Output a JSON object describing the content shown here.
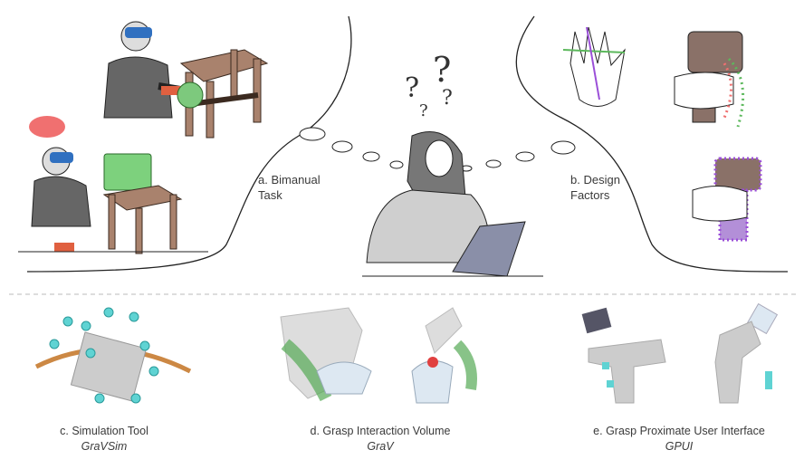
{
  "panels": {
    "a": {
      "label_line1": "a. Bimanual",
      "label_line2": "Task"
    },
    "b": {
      "label_line1": "b. Design",
      "label_line2": "Factors"
    },
    "c": {
      "caption": "c. Simulation Tool",
      "subtitle": "GraVSim"
    },
    "d": {
      "caption": "d. Grasp Interaction Volume",
      "subtitle": "GraV"
    },
    "e": {
      "caption": "e. Grasp Proximate User Interface",
      "subtitle": "GPUI"
    }
  },
  "thought": {
    "marks": [
      "?",
      "?",
      "?",
      "?"
    ]
  },
  "colors": {
    "green": "#5cb85c",
    "purple": "#9b4fd8",
    "red": "#f07070",
    "cyan": "#5fd3d3",
    "laptop": "#8a8fa8"
  }
}
